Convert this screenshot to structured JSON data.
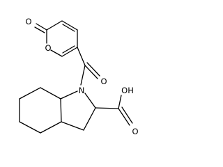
{
  "structure": {
    "atom_labels": {
      "ketone_pyranone_O": "O",
      "ring_pyran_O": "O",
      "amide_O": "O",
      "indoline_N": "N",
      "acid_OH": "OH",
      "acid_O": "O"
    },
    "colors": {
      "bond": "#000000",
      "label": "#000000",
      "background": "#ffffff"
    }
  }
}
